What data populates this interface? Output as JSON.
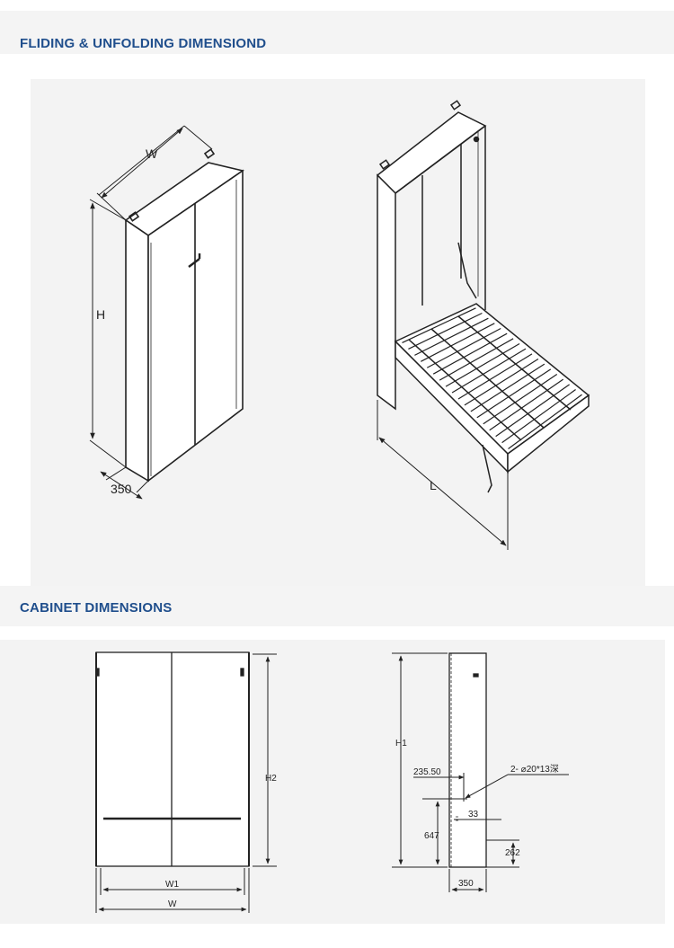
{
  "section1": {
    "title": "FLIDING & UNFOLDING DIMENSIOND"
  },
  "section2": {
    "title": "CABINET DIMENSIONS"
  },
  "folded_view": {
    "width_label": "W",
    "height_label": "H",
    "depth_label": "350"
  },
  "unfolded_view": {
    "length_label": "L"
  },
  "front_view": {
    "height_label": "H2",
    "inner_width_label": "W1",
    "width_label": "W"
  },
  "side_view": {
    "height_label": "H1",
    "offset_label": "235.50",
    "hole_label": "2- ⌀20*13深",
    "gap_label": "33",
    "lower_height_label": "647",
    "foot_label": "262",
    "depth_label": "350"
  },
  "colors": {
    "heading": "#1f4e8c",
    "panel": "#f3f3f3",
    "line": "#222222"
  }
}
